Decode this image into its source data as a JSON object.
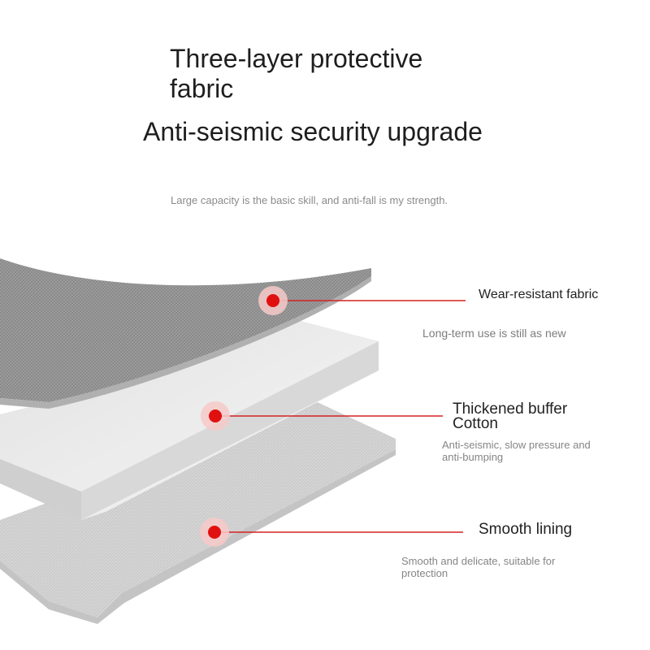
{
  "header": {
    "title": "Three-layer protective fabric",
    "subtitle": "Anti-seismic security upgrade",
    "tagline": "Large capacity is the basic skill, and anti-fall is my strength."
  },
  "layers": [
    {
      "icon": "red-dot-marker",
      "title": "Wear-resistant fabric",
      "description": "Long-term use is still as new"
    },
    {
      "icon": "red-dot-marker",
      "title": "Thickened buffer Cotton",
      "description": "Anti-seismic, slow pressure and anti-bumping"
    },
    {
      "icon": "red-dot-marker",
      "title": "Smooth lining",
      "description": "Smooth and delicate, suitable for protection"
    }
  ],
  "colors": {
    "marker_red": "#e01010",
    "marker_halo": "#f7c9c9",
    "leader_line": "#d42222",
    "fabric_grey": "#8e8e8e",
    "foam_white": "#f0f0f0",
    "lining_grey": "#d2d2d2"
  }
}
